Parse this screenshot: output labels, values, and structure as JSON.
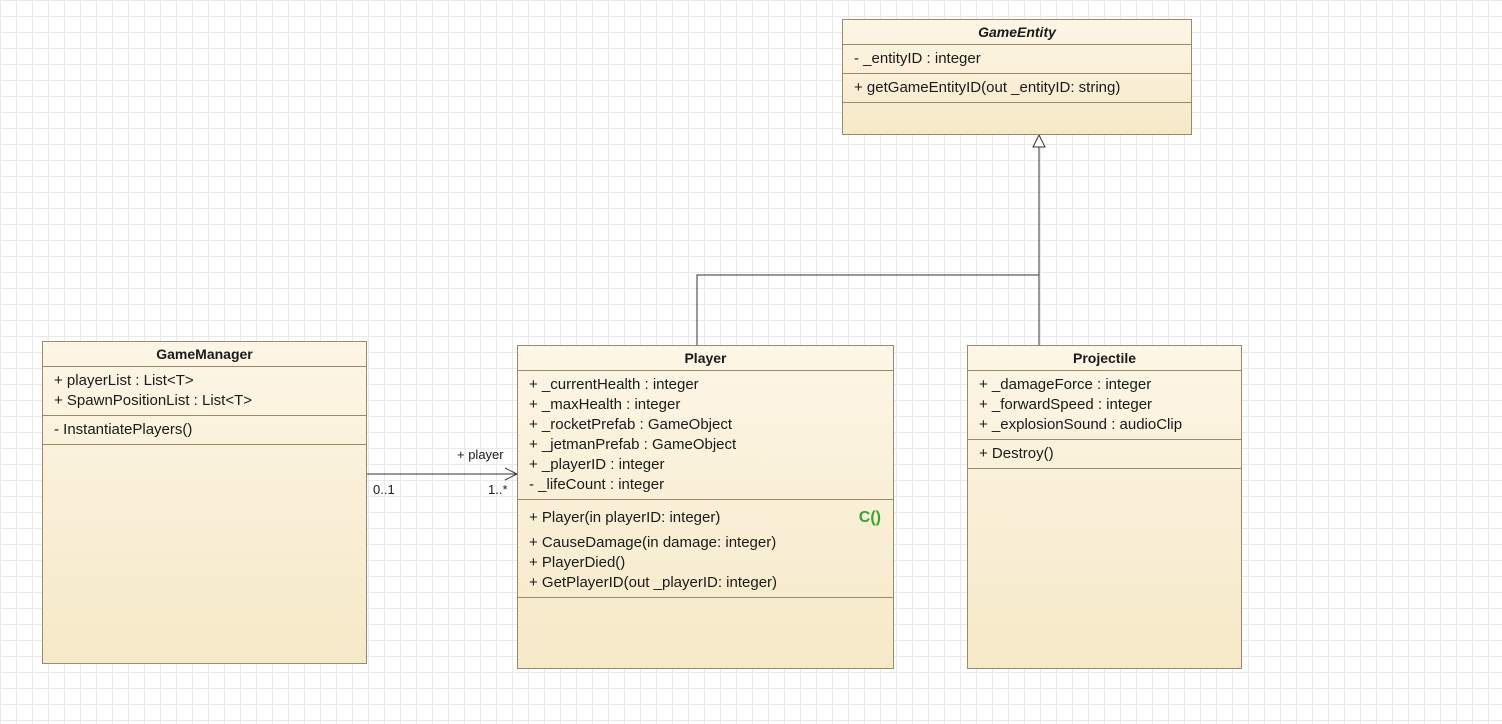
{
  "classes": {
    "game_entity": {
      "name": "GameEntity",
      "attributes": [
        "- _entityID : integer"
      ],
      "operations": [
        "+ getGameEntityID(out _entityID: string)"
      ]
    },
    "game_manager": {
      "name": "GameManager",
      "attributes": [
        "+ playerList : List<T>",
        "+ SpawnPositionList : List<T>"
      ],
      "operations": [
        "- InstantiatePlayers()"
      ]
    },
    "player": {
      "name": "Player",
      "attributes": [
        "+ _currentHealth : integer",
        "+ _maxHealth : integer",
        "+ _rocketPrefab : GameObject",
        "+ _jetmanPrefab : GameObject",
        "+ _playerID : integer",
        "- _lifeCount : integer"
      ],
      "constructor": "+ Player(in playerID: integer)",
      "constructor_badge": "C()",
      "operations": [
        "+ CauseDamage(in damage: integer)",
        "+ PlayerDied()",
        "+ GetPlayerID(out _playerID: integer)"
      ]
    },
    "projectile": {
      "name": "Projectile",
      "attributes": [
        "+ _damageForce : integer",
        "+ _forwardSpeed : integer",
        "+ _explosionSound : audioClip"
      ],
      "operations": [
        "+ Destroy()"
      ]
    }
  },
  "association": {
    "role": "+ player",
    "source_multiplicity": "0..1",
    "target_multiplicity": "1..*"
  },
  "colors": {
    "class_fill_top": "#fdf6e6",
    "class_fill_bottom": "#f6e9c8",
    "class_border": "#9a8a6a",
    "constructor_badge": "#3aa12e",
    "grid": "#e9e9e9"
  }
}
